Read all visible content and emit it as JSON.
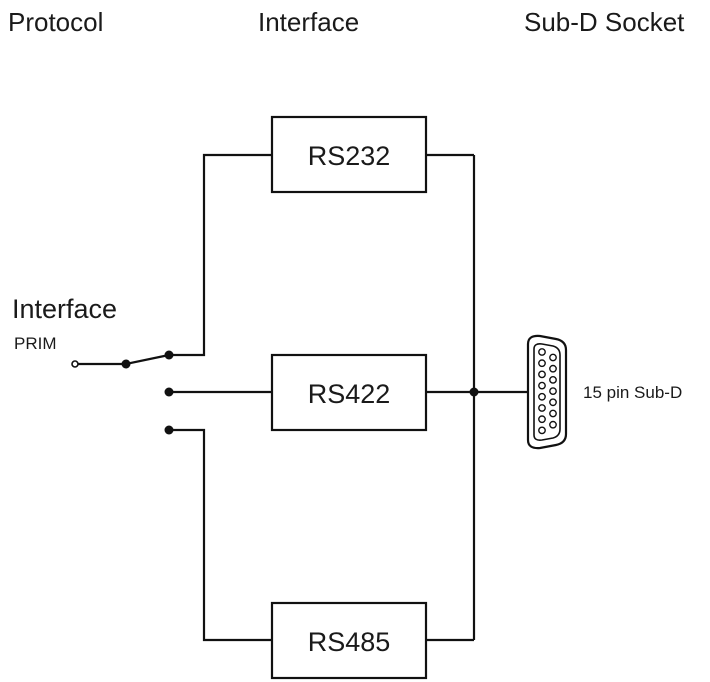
{
  "headers": {
    "protocol": "Protocol",
    "interface": "Interface",
    "socket": "Sub-D Socket"
  },
  "left_label": {
    "title": "Interface",
    "subtitle": "PRIM"
  },
  "boxes": {
    "rs232": "RS232",
    "rs422": "RS422",
    "rs485": "RS485"
  },
  "connector": {
    "label": "15 pin Sub-D"
  }
}
